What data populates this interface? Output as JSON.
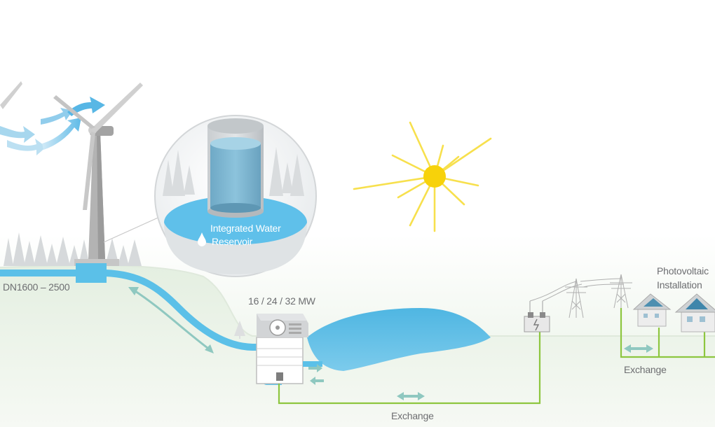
{
  "labels": {
    "reservoir_line1": "Integrated Water",
    "reservoir_line2": "Reservoir",
    "pipe_diameter": "DN1600 – 2500",
    "power_rating": "16 / 24 / 32 MW",
    "pv_line1": "Photovoltaic",
    "pv_line2": "Installation",
    "exchange_main": "Exchange",
    "exchange_right": "Exchange"
  },
  "colors": {
    "water": "#5bc0e8",
    "water_light": "#a9dcf2",
    "cable": "#8dc63f",
    "sun": "#f5d400",
    "ground": "#e3efe1",
    "turbine": "#b3b3b3",
    "exchange_arrow": "#8fc8c0"
  },
  "icons": [
    "wind-turbine-icon",
    "water-tank-icon",
    "water-drop-icon",
    "sun-icon",
    "pump-turbine-icon",
    "transformer-icon",
    "pylon-icon",
    "house-solar-icon",
    "wind-arrow-icon",
    "tree-icon"
  ]
}
